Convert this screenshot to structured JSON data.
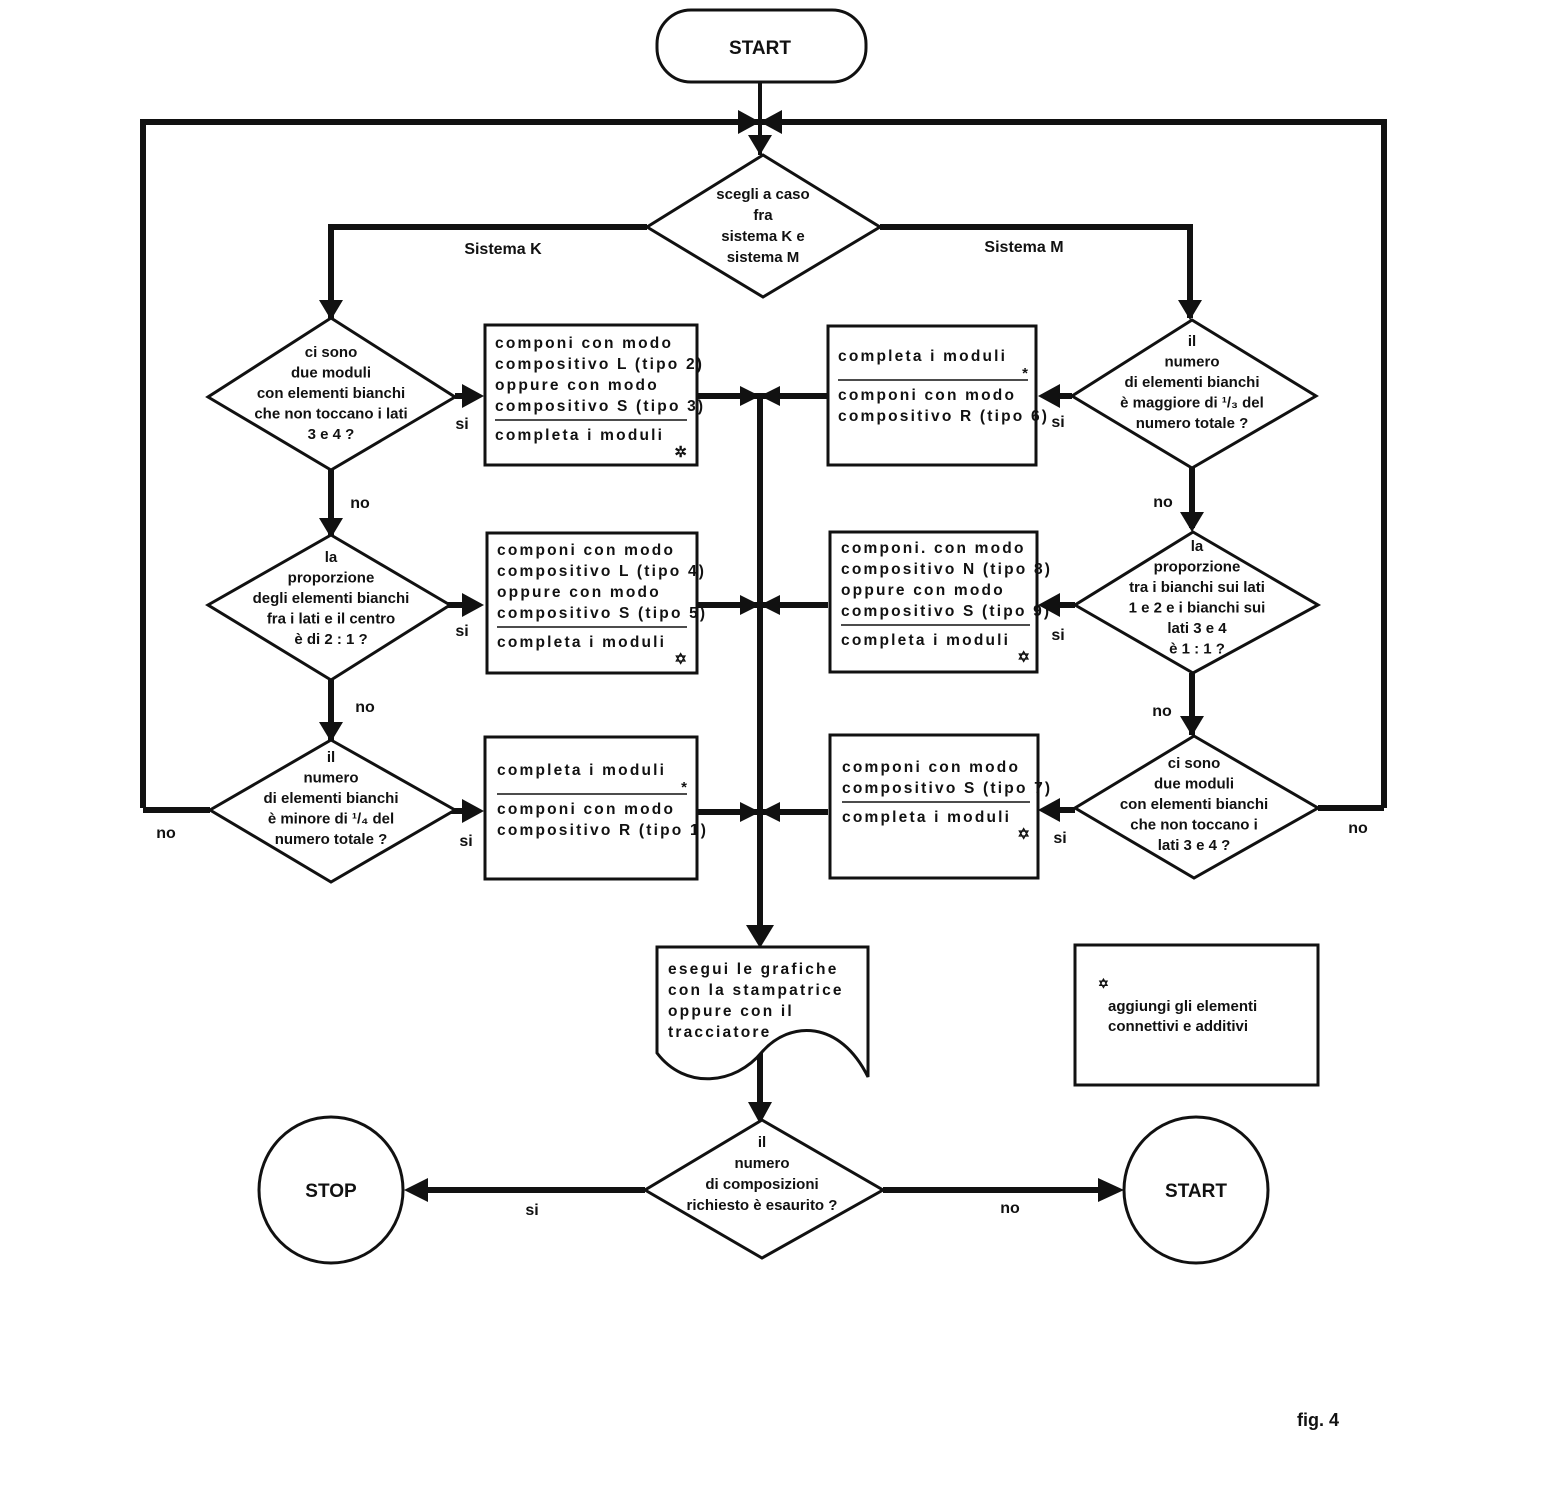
{
  "start_top": "START",
  "choose": [
    "scegli a caso",
    "fra",
    "sistema  K  e",
    "sistema  M"
  ],
  "branch_labels": {
    "left": "Sistema  K",
    "right": "Sistema  M"
  },
  "yes": "si",
  "no": "no",
  "left": {
    "d1": [
      "ci sono",
      "due  moduli",
      "con elementi bianchi",
      "che non toccano i lati",
      "3 e 4 ?"
    ],
    "d2": [
      "la",
      "proporzione",
      "degli elementi bianchi",
      "fra i lati e il centro",
      "è di 2 : 1 ?"
    ],
    "d3": [
      "il",
      "numero",
      "di elementi bianchi",
      "è minore di ¹/₄ del",
      "numero totale ?"
    ],
    "b1": {
      "top": [
        "componi  con  modo",
        "compositivo L (tipo 2)",
        "oppure  con  modo",
        "compositivo S (tipo 3)"
      ],
      "bottom": [
        "completa i moduli"
      ],
      "mark": "✲"
    },
    "b2": {
      "top": [
        "componi  con  modo",
        "compositivo L (tipo 4)",
        "oppure  con  modo",
        "compositivo S (tipo 5)"
      ],
      "bottom": [
        "completa i moduli"
      ],
      "mark": "✡"
    },
    "b3": {
      "top": [
        "completa i moduli"
      ],
      "mark": "*",
      "bottom": [
        "componi  con  modo",
        "compositivo R (tipo 1)"
      ]
    }
  },
  "right": {
    "d1": [
      "il",
      "numero",
      "di elementi bianchi",
      "è maggiore di ¹/₃ del",
      "numero totale ?"
    ],
    "d2": [
      "la",
      "proporzione",
      "tra i bianchi sui lati",
      "1 e 2 e i bianchi sui",
      "lati 3 e 4",
      "è 1 : 1 ?"
    ],
    "d3": [
      "ci sono",
      "due  moduli",
      "con elementi bianchi",
      "che non toccano i",
      "lati 3 e 4 ?"
    ],
    "b1": {
      "top": [
        "completa i moduli"
      ],
      "mark": "*",
      "bottom": [
        "componi  con  modo",
        "compositivo R (tipo 6)"
      ]
    },
    "b2": {
      "top": [
        "componi. con  modo",
        "compositivo N (tipo 8)",
        "oppure  con  modo",
        "compositivo S (tipo 9)"
      ],
      "bottom": [
        "completa i moduli"
      ],
      "mark": "✡"
    },
    "b3": {
      "top": [
        "componi  con  modo",
        "compositivo S (tipo 7)"
      ],
      "bottom": [
        "completa i moduli"
      ],
      "mark": "✡"
    }
  },
  "output_doc": [
    "esegui le grafiche",
    "con la stampatrice",
    "oppure  con  il",
    "tracciatore"
  ],
  "legend": {
    "mark": "✡",
    "lines": [
      "aggiungi  gli  elementi",
      "connettivi  e  additivi"
    ]
  },
  "final_decision": [
    "il",
    "numero",
    "di  composizioni",
    "richiesto è esaurito ?"
  ],
  "stop": "STOP",
  "start_bottom": "START",
  "figure_label": "fig. 4"
}
